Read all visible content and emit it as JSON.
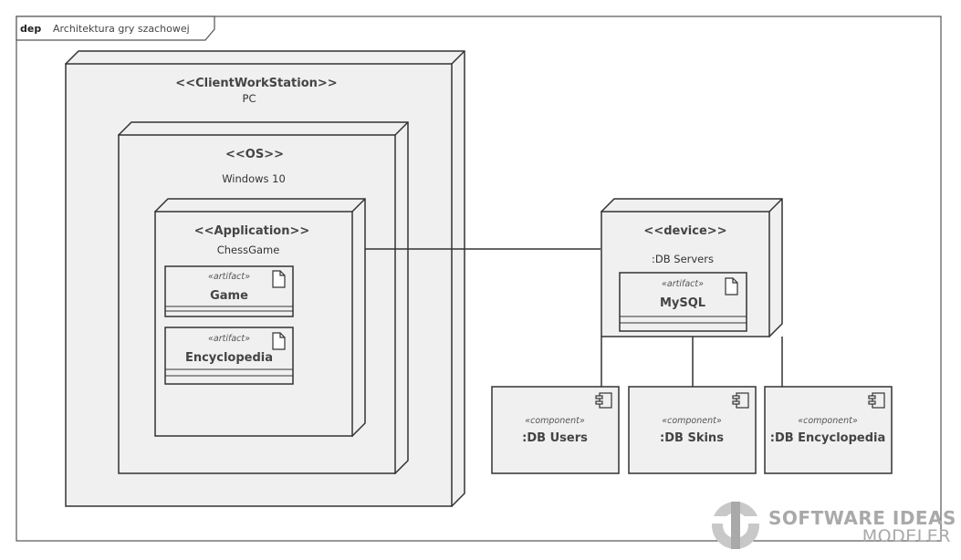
{
  "frame": {
    "keyword": "dep",
    "title": "Architektura gry szachowej"
  },
  "nodes": {
    "workstation": {
      "stereotype": "<<ClientWorkStation>>",
      "name": "PC"
    },
    "os": {
      "stereotype": "<<OS>>",
      "name": "Windows 10"
    },
    "application": {
      "stereotype": "<<Application>>",
      "name": "ChessGame"
    },
    "device": {
      "stereotype": "<<device>>",
      "name": ":DB Servers"
    }
  },
  "artifacts": {
    "game": {
      "stereotype": "«artifact»",
      "name": "Game"
    },
    "encyclopedia": {
      "stereotype": "«artifact»",
      "name": "Encyclopedia"
    },
    "mysql": {
      "stereotype": "«artifact»",
      "name": "MySQL"
    }
  },
  "components": {
    "users": {
      "stereotype": "«component»",
      "name": ":DB Users"
    },
    "skins": {
      "stereotype": "«component»",
      "name": ":DB Skins"
    },
    "encyclopedia": {
      "stereotype": "«component»",
      "name": ":DB Encyclopedia"
    }
  },
  "watermark": {
    "line1": "SOFTWARE IDEAS",
    "line2": "MODELER"
  },
  "colors": {
    "border": "#333333",
    "fill": "#f0f0f0",
    "background": "#ffffff",
    "watermark": "#a9a9a9"
  }
}
